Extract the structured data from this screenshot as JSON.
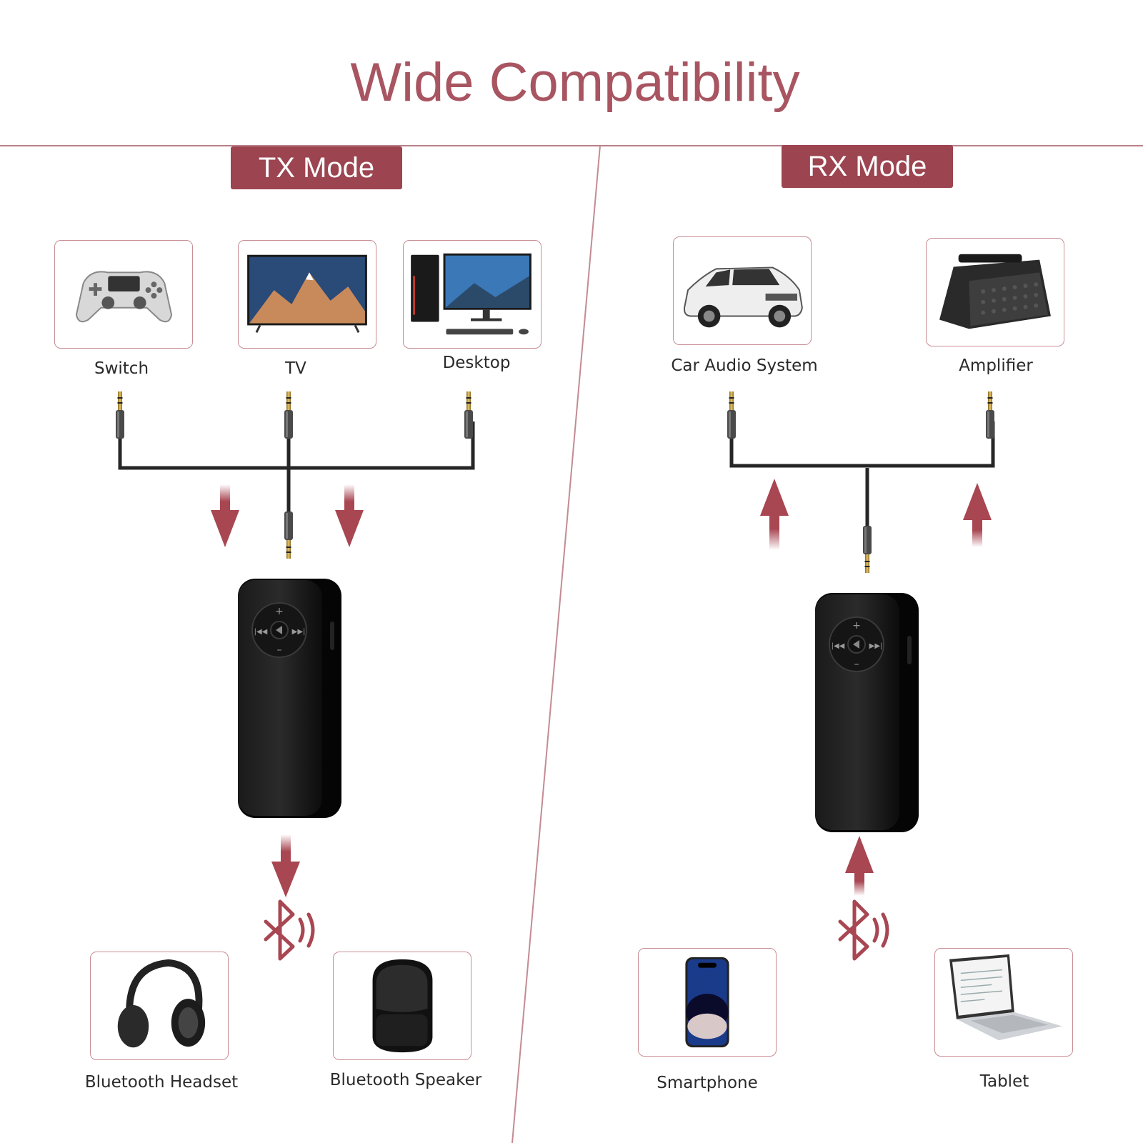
{
  "title": "Wide Compatibility",
  "tx": {
    "mode_label": "TX Mode",
    "sources": [
      "Switch",
      "TV",
      "Desktop"
    ],
    "targets": [
      "Bluetooth Headset",
      "Bluetooth Speaker"
    ]
  },
  "rx": {
    "mode_label": "RX Mode",
    "targets": [
      "Car Audio System",
      "Amplifier"
    ],
    "sources": [
      "Smartphone",
      "Tablet"
    ]
  },
  "colors": {
    "accent": "#9c4450",
    "title": "#a85561",
    "arrow": "#a84652",
    "divider": "#c48b93"
  }
}
